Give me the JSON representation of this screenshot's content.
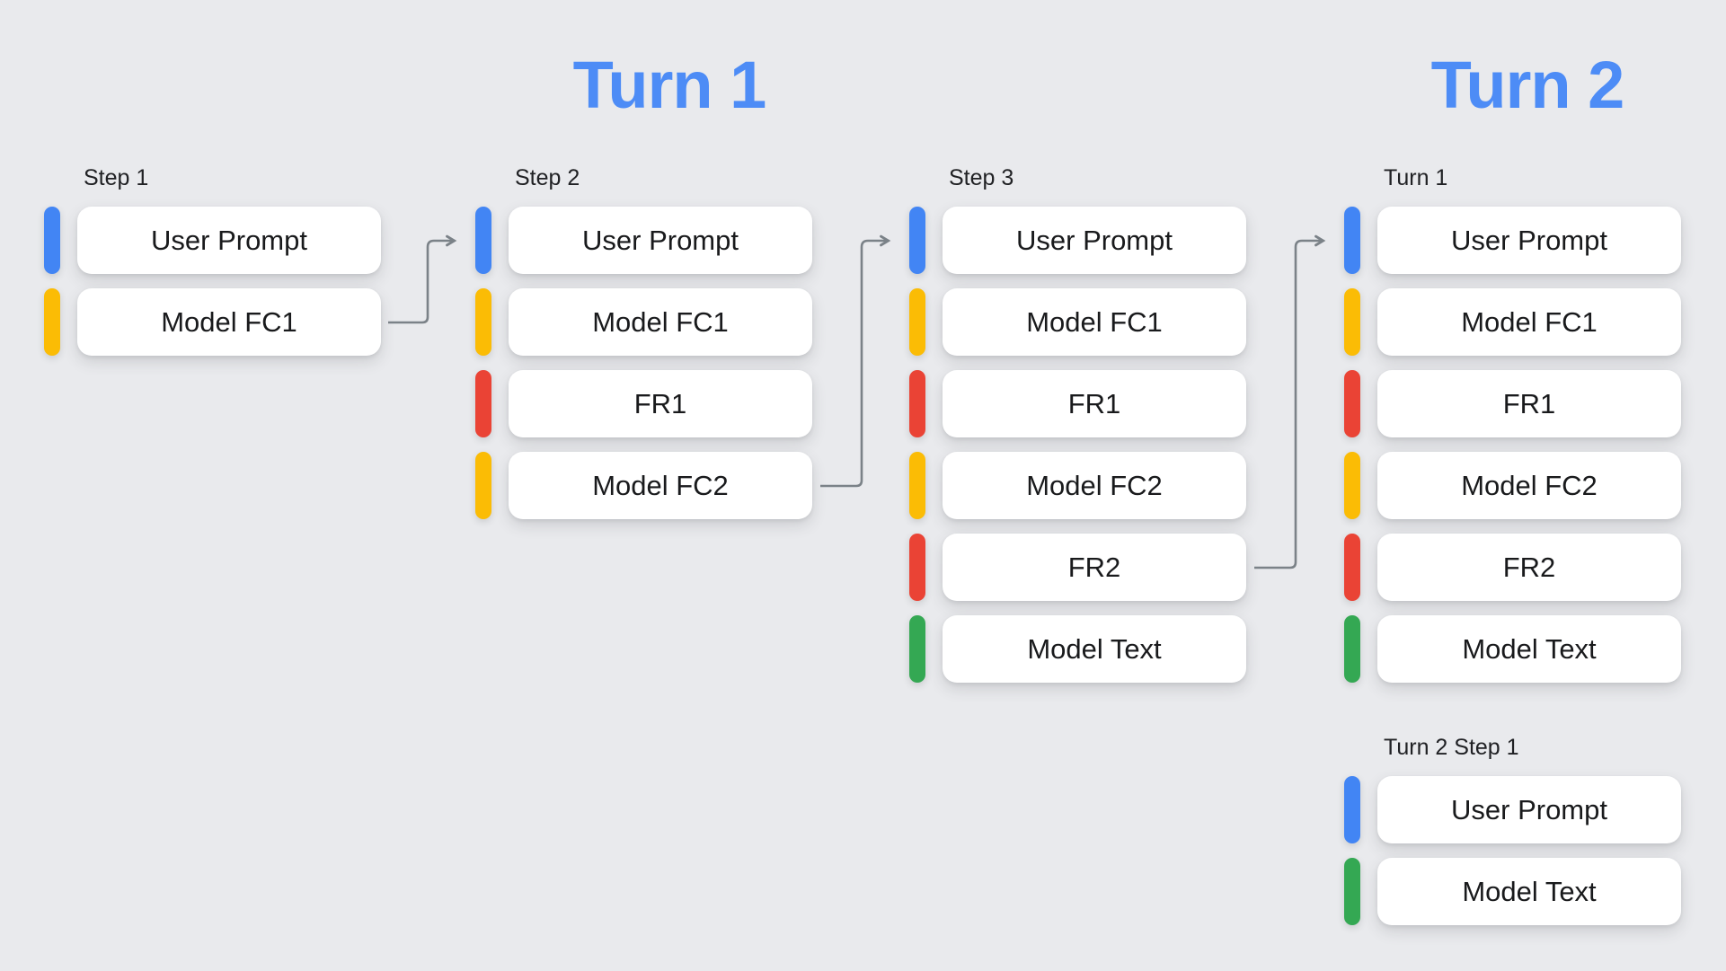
{
  "palette": {
    "background": "#e9eaed",
    "card": "#ffffff",
    "blue": "#4285f4",
    "yellow": "#fbbc05",
    "red": "#ea4335",
    "green": "#34a853",
    "heading_blue": "#4d8cf6",
    "arrow_gray": "#7b8288"
  },
  "headings": [
    {
      "text": "Turn 1"
    },
    {
      "text": "Turn 2"
    }
  ],
  "legend_semantics": {
    "blue": "user message",
    "yellow": "model function call",
    "red": "function response",
    "green": "model text response"
  },
  "groups": [
    {
      "label": "Step 1",
      "items": [
        {
          "text": "User Prompt",
          "color": "blue"
        },
        {
          "text": "Model FC1",
          "color": "yellow"
        }
      ]
    },
    {
      "label": "Step 2",
      "items": [
        {
          "text": "User Prompt",
          "color": "blue"
        },
        {
          "text": "Model FC1",
          "color": "yellow"
        },
        {
          "text": "FR1",
          "color": "red"
        },
        {
          "text": "Model FC2",
          "color": "yellow"
        }
      ]
    },
    {
      "label": "Step 3",
      "items": [
        {
          "text": "User Prompt",
          "color": "blue"
        },
        {
          "text": "Model FC1",
          "color": "yellow"
        },
        {
          "text": "FR1",
          "color": "red"
        },
        {
          "text": "Model FC2",
          "color": "yellow"
        },
        {
          "text": "FR2",
          "color": "red"
        },
        {
          "text": "Model Text",
          "color": "green"
        }
      ]
    },
    {
      "label": "Turn 1",
      "items": [
        {
          "text": "User Prompt",
          "color": "blue"
        },
        {
          "text": "Model FC1",
          "color": "yellow"
        },
        {
          "text": "FR1",
          "color": "red"
        },
        {
          "text": "Model FC2",
          "color": "yellow"
        },
        {
          "text": "FR2",
          "color": "red"
        },
        {
          "text": "Model Text",
          "color": "green"
        }
      ]
    },
    {
      "label": "Turn 2 Step 1",
      "items": [
        {
          "text": "User Prompt",
          "color": "blue"
        },
        {
          "text": "Model Text",
          "color": "green"
        }
      ]
    }
  ],
  "arrows": [
    {
      "from": "Step 1 / Model FC1",
      "to": "Step 2 / User Prompt"
    },
    {
      "from": "Step 2 / Model FC2",
      "to": "Step 3 / User Prompt"
    },
    {
      "from": "Step 3 / FR2",
      "to": "Turn 1 / User Prompt"
    }
  ]
}
